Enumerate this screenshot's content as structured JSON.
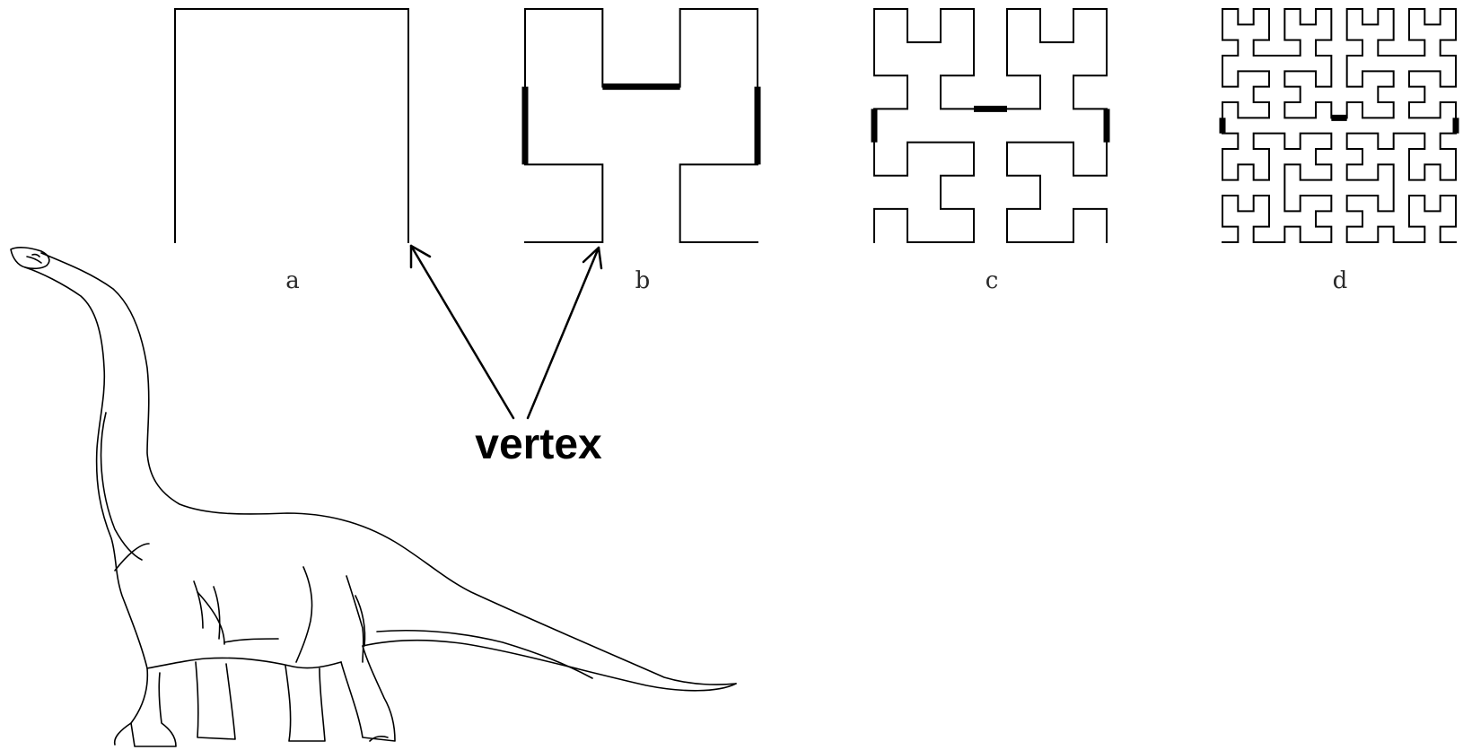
{
  "figure": {
    "panels": [
      {
        "label": "a",
        "order": 1
      },
      {
        "label": "b",
        "order": 2
      },
      {
        "label": "c",
        "order": 3
      },
      {
        "label": "d",
        "order": 4
      }
    ],
    "annotation": "vertex",
    "illustration": "dinosaur-drawing",
    "colors": {
      "stroke": "#000000",
      "label": "#2a2a2a",
      "background": "#ffffff"
    }
  }
}
